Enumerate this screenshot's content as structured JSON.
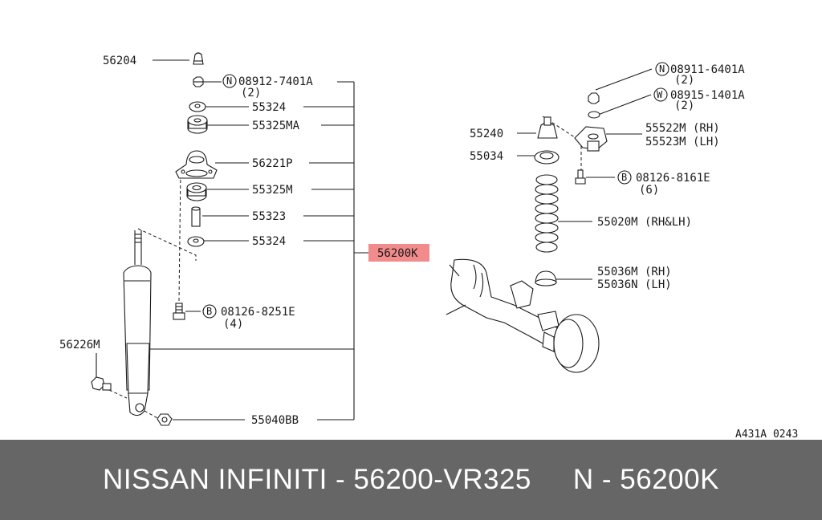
{
  "diagram": {
    "ref_code": "A431A 0243",
    "highlight_color": "#f28b8b",
    "callouts": {
      "c56204": "56204",
      "c08912_code": "08912-7401A",
      "c08912_qty": "(2)",
      "c08912_prefix": "N",
      "c55324a": "55324",
      "c55325MA": "55325MA",
      "c56221P": "56221P",
      "c55325M": "55325M",
      "c55323": "55323",
      "c55324b": "55324",
      "c56200K": "56200K",
      "c08126a_code": "08126-8251E",
      "c08126a_qty": "(4)",
      "c08126a_prefix": "B",
      "c56226M": "56226M",
      "c55040BB": "55040BB",
      "c08911_code": "08911-6401A",
      "c08911_qty": "(2)",
      "c08911_prefix": "N",
      "c08915_code": "08915-1401A",
      "c08915_qty": "(2)",
      "c08915_prefix": "W",
      "c55240": "55240",
      "c55522M": "55522M (RH)",
      "c55523M": "55523M (LH)",
      "c55034": "55034",
      "c08126b_code": "08126-8161E",
      "c08126b_qty": "(6)",
      "c08126b_prefix": "B",
      "c55020M": "55020M (RH&LH)",
      "c55036M": "55036M (RH)",
      "c55036N": "55036N (LH)"
    }
  },
  "footer": {
    "left_text": "NISSAN INFINITI - 56200-VR325",
    "right_text": "N - 56200K"
  }
}
